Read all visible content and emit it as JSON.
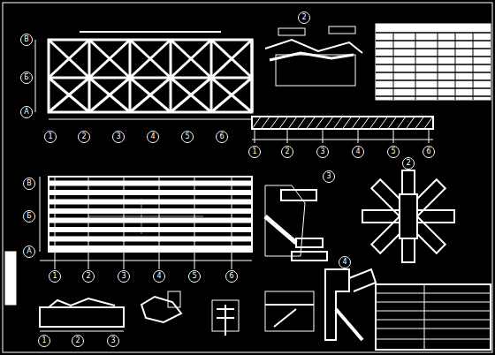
{
  "diagram": {
    "nodes": [
      {
        "text": [
          "В"
        ]
      },
      {
        "text": [
          "Б"
        ]
      },
      {
        "text": [
          "А"
        ]
      },
      {
        "text": [
          "1"
        ]
      },
      {
        "text": [
          "2"
        ]
      },
      {
        "text": [
          "3"
        ]
      },
      {
        "text": [
          "4"
        ]
      },
      {
        "text": [
          "5"
        ]
      },
      {
        "text": [
          "6"
        ]
      },
      {
        "text": [
          "1"
        ]
      },
      {
        "text": [
          "2"
        ]
      },
      {
        "text": [
          "3"
        ]
      },
      {
        "text": [
          "4"
        ]
      },
      {
        "text": [
          "5"
        ]
      },
      {
        "text": [
          "6"
        ]
      },
      {
        "text": [
          "В"
        ]
      },
      {
        "text": [
          "Б"
        ]
      },
      {
        "text": [
          "А"
        ]
      },
      {
        "text": [
          "1"
        ]
      },
      {
        "text": [
          "2"
        ]
      },
      {
        "text": [
          "3"
        ]
      },
      {
        "text": [
          "4"
        ]
      },
      {
        "text": [
          "5"
        ]
      },
      {
        "text": [
          "6"
        ]
      },
      {
        "text": [
          "1"
        ]
      },
      {
        "text": [
          "2"
        ]
      },
      {
        "text": [
          "3"
        ]
      },
      {
        "text": [
          "2"
        ]
      },
      {
        "text": [
          "3"
        ]
      },
      {
        "text": [
          "2"
        ]
      },
      {
        "text": [
          "4"
        ]
      }
    ]
  }
}
